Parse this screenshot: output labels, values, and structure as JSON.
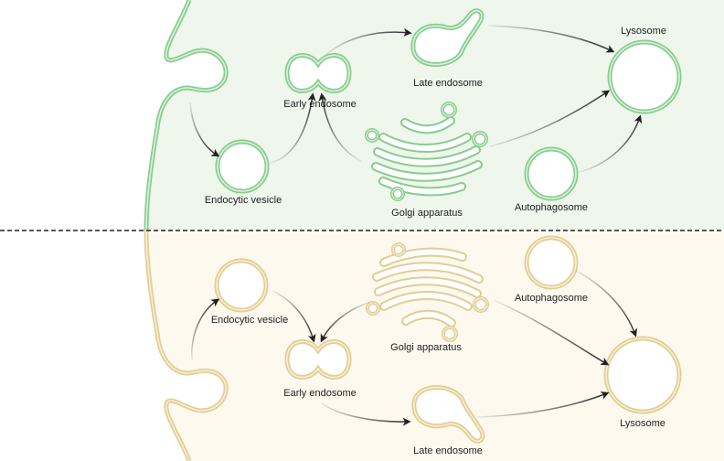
{
  "top_panel": {
    "labels": {
      "endocytic_vesicle": "Endocytic vesicle",
      "early_endosome": "Early endosome",
      "late_endosome": "Late endosome",
      "lysosome": "Lysosome",
      "golgi": "Golgi apparatus",
      "autophagosome": "Autophagosome"
    }
  },
  "bottom_panel": {
    "labels": {
      "endocytic_vesicle": "Endocytic vesicle",
      "early_endosome": "Early endosome",
      "late_endosome": "Late endosome",
      "lysosome": "Lysosome",
      "golgi": "Golgi apparatus",
      "autophagosome": "Autophagosome"
    }
  },
  "colors": {
    "top_accent": "#86cd8e",
    "top_background": "#eff6ec",
    "bottom_accent": "#e2cd94",
    "bottom_background": "#fdf9ee",
    "arrow": "#2a2a2a"
  }
}
